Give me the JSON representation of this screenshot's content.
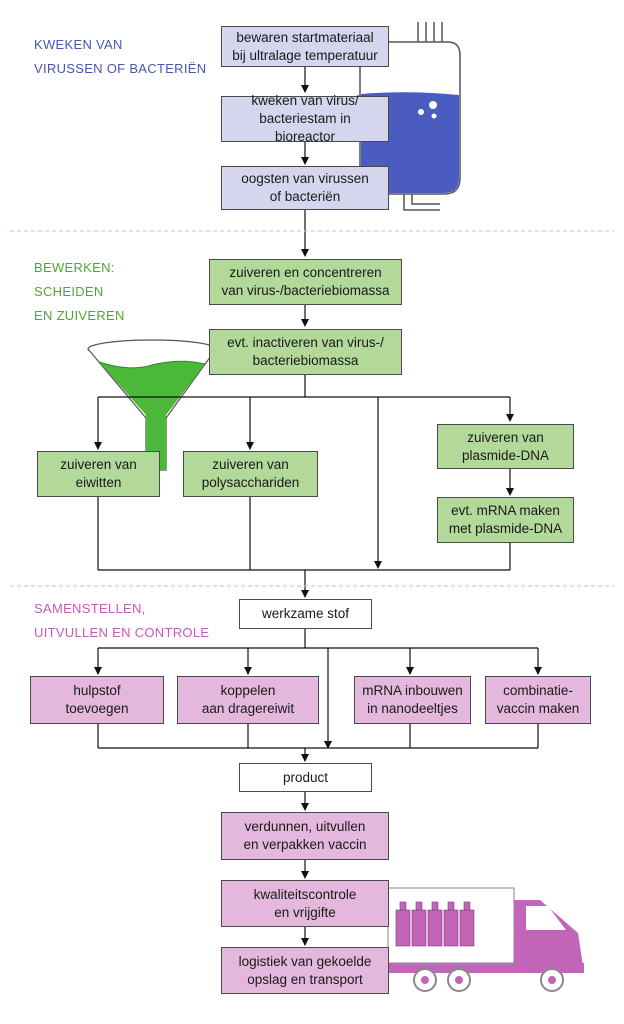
{
  "colors": {
    "blue_text": "#4a55b0",
    "green_text": "#4fa82e",
    "pink_text": "#c45bb8",
    "blue_box": "#d5d6ee",
    "green_box": "#b2d89a",
    "pink_box": "#e3b8dc",
    "bioreactor_liquid": "#4a5cc0",
    "funnel_liquid": "#4cb83a",
    "truck": "#c265b8"
  },
  "sections": {
    "culture": {
      "line1": "KWEKEN VAN",
      "line2": "VIRUSSEN OF BACTERIËN"
    },
    "process": {
      "line1": "BEWERKEN:",
      "line2": "SCHEIDEN",
      "line3": "EN ZUIVEREN"
    },
    "assembly": {
      "line1": "SAMENSTELLEN,",
      "line2": "UITVULLEN EN CONTROLE"
    }
  },
  "steps": {
    "store": "bewaren startmateriaal\nbij ultralage temperatuur",
    "culture": "kweken van virus/\nbacteriestam in bioreactor",
    "harvest": "oogsten van virussen\nof bacteriën",
    "purify_concentrate": "zuiveren en concentreren\nvan virus-/bacteriebiomassa",
    "inactivate": "evt. inactiveren van virus-/\nbacteriebiomassa",
    "purify_proteins": "zuiveren van\neiwitten",
    "purify_polysaccharides": "zuiveren van\npolysacchariden",
    "purify_plasmid": "zuiveren van\nplasmide-DNA",
    "make_mrna": "evt. mRNA maken\nmet plasmide-DNA",
    "active_substance": "werkzame stof",
    "adjuvant": "hulpstof\ntoevoegen",
    "couple": "koppelen\naan drager­eiwit",
    "mrna_nano": "mRNA inbouwen\nin nanodeeltjes",
    "combination": "combinatie-\nvaccin maken",
    "product": "product",
    "dilute": "verdunnen, uitvullen\nen verpakken vaccin",
    "quality": "kwaliteitscontrole\nen vrijgifte",
    "logistics": "logistiek van gekoelde\nopslag en transport"
  },
  "icons": [
    "bioreactor-icon",
    "funnel-icon",
    "truck-icon"
  ]
}
